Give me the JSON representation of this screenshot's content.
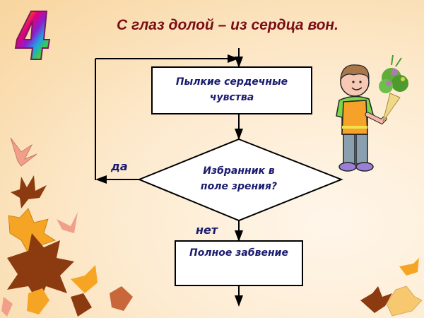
{
  "slide": {
    "number": "4",
    "title": "С глаз долой – из сердца вон."
  },
  "flowchart": {
    "nodes": [
      {
        "id": "process-1",
        "type": "process",
        "text_line1": "Пылкие сердечные",
        "text_line2": "чувства"
      },
      {
        "id": "decision-1",
        "type": "decision",
        "text_line1": "Избранник в",
        "text_line2": "поле зрения?"
      },
      {
        "id": "process-2",
        "type": "process",
        "text_line1": "Полное забвение",
        "text_line2": ""
      }
    ],
    "branches": {
      "yes_label": "да",
      "no_label": "нет"
    }
  },
  "colors": {
    "title": "#7a0c14",
    "node_text": "#1b1b6e",
    "line": "#000000",
    "node_fill": "#ffffff"
  },
  "illustrations": {
    "boy": "boy-with-bouquet-illustration",
    "leaves": "autumn-leaves-decoration"
  }
}
